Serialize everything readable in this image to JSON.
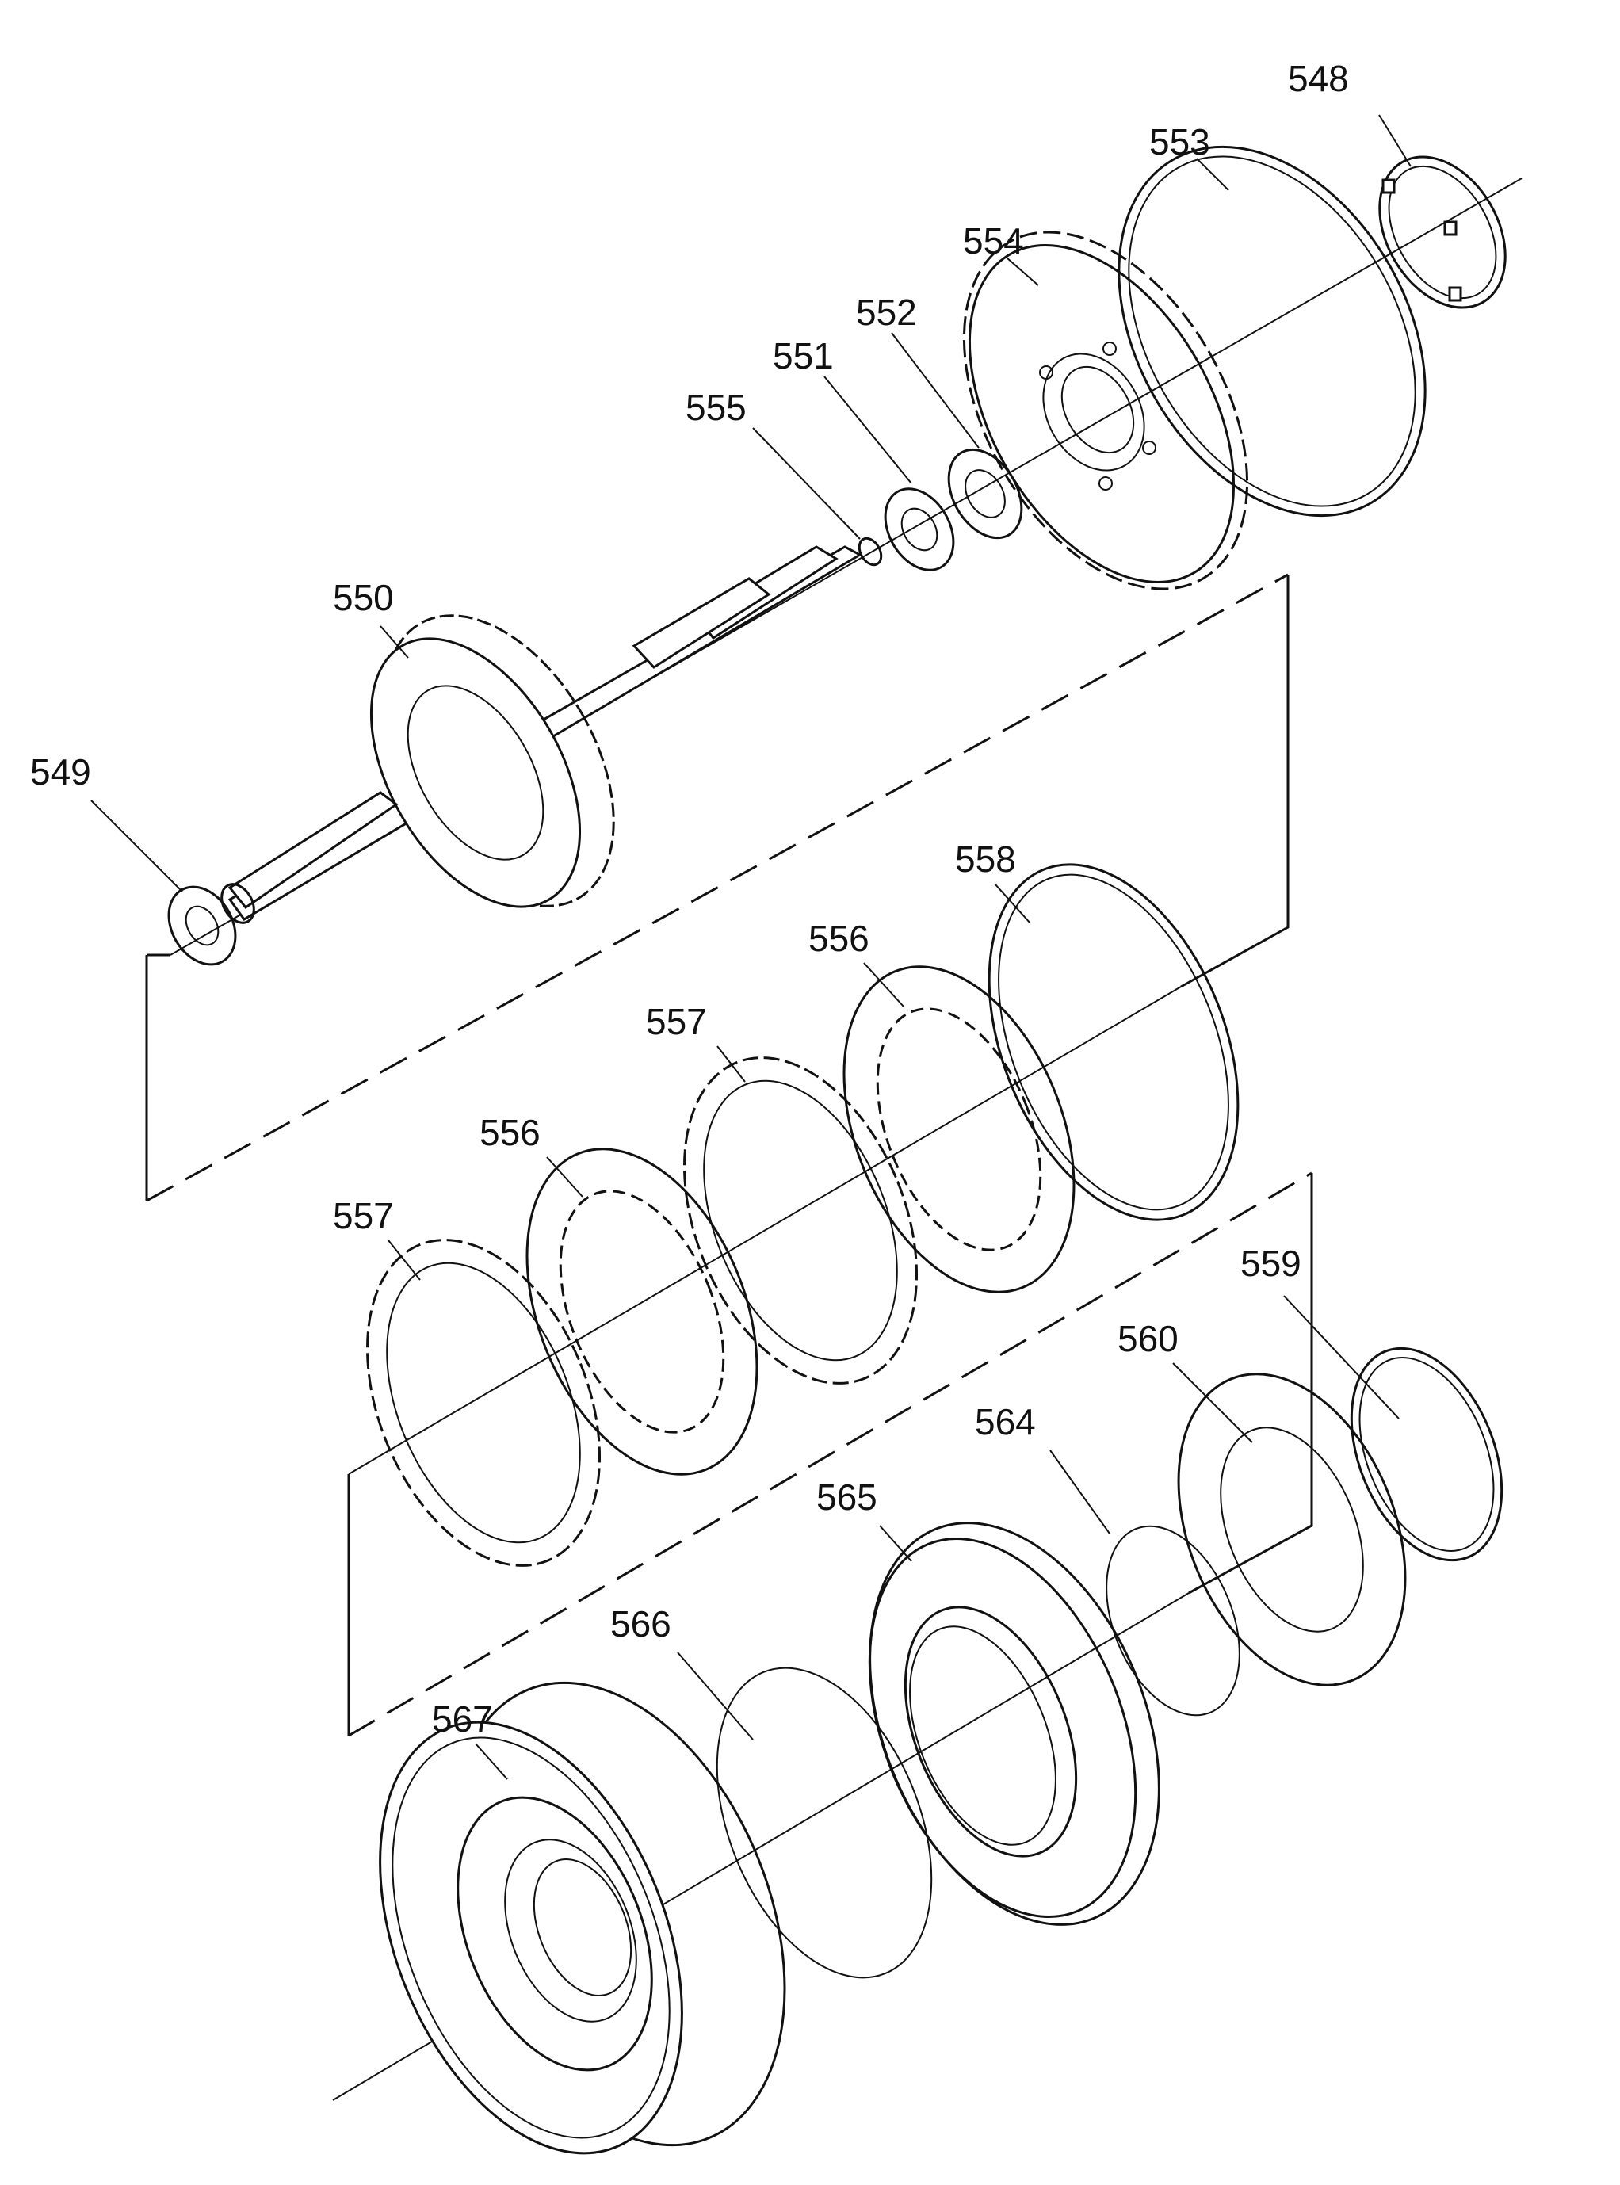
{
  "labels": [
    {
      "id": "548",
      "text": "548"
    },
    {
      "id": "553",
      "text": "553"
    },
    {
      "id": "554",
      "text": "554"
    },
    {
      "id": "552",
      "text": "552"
    },
    {
      "id": "551",
      "text": "551"
    },
    {
      "id": "555",
      "text": "555"
    },
    {
      "id": "550",
      "text": "550"
    },
    {
      "id": "549",
      "text": "549"
    },
    {
      "id": "558",
      "text": "558"
    },
    {
      "id": "556a",
      "text": "556"
    },
    {
      "id": "557a",
      "text": "557"
    },
    {
      "id": "556b",
      "text": "556"
    },
    {
      "id": "557b",
      "text": "557"
    },
    {
      "id": "559",
      "text": "559"
    },
    {
      "id": "560",
      "text": "560"
    },
    {
      "id": "564",
      "text": "564"
    },
    {
      "id": "565",
      "text": "565"
    },
    {
      "id": "566",
      "text": "566"
    },
    {
      "id": "567",
      "text": "567"
    }
  ]
}
